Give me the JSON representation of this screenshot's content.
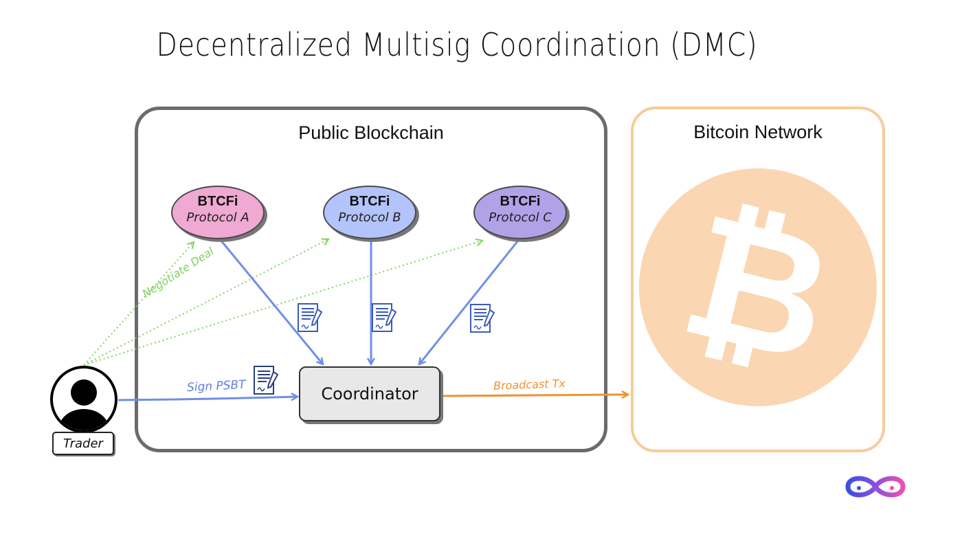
{
  "title": "Decentralized Multisig Coordination (DMC)",
  "panels": {
    "blockchain_title": "Public Blockchain",
    "bitcoin_title": "Bitcoin Network"
  },
  "protocols": [
    {
      "name": "BTCFi",
      "label": "Protocol A",
      "color": "#efa9d2"
    },
    {
      "name": "BTCFi",
      "label": "Protocol B",
      "color": "#b3c3fb"
    },
    {
      "name": "BTCFi",
      "label": "Protocol C",
      "color": "#b1a2e8"
    }
  ],
  "coordinator": {
    "label": "Coordinator"
  },
  "trader": {
    "label": "Trader"
  },
  "edges": {
    "negotiate": "Negotiate Deal",
    "sign": "Sign PSBT",
    "broadcast": "Broadcast Tx"
  },
  "bitcoin": {
    "glyph": "₿",
    "circle_color": "#fad6b2"
  },
  "colors": {
    "blue_arrow": "#6f8ee8",
    "green_arrow": "#7fd35c",
    "orange_arrow": "#f0922e",
    "panel_gray": "#6b6b6b",
    "panel_orange": "#f6cc9b"
  },
  "icons": [
    "document-sign-icon",
    "bitcoin-icon",
    "user-icon",
    "infinity-logo-icon"
  ]
}
